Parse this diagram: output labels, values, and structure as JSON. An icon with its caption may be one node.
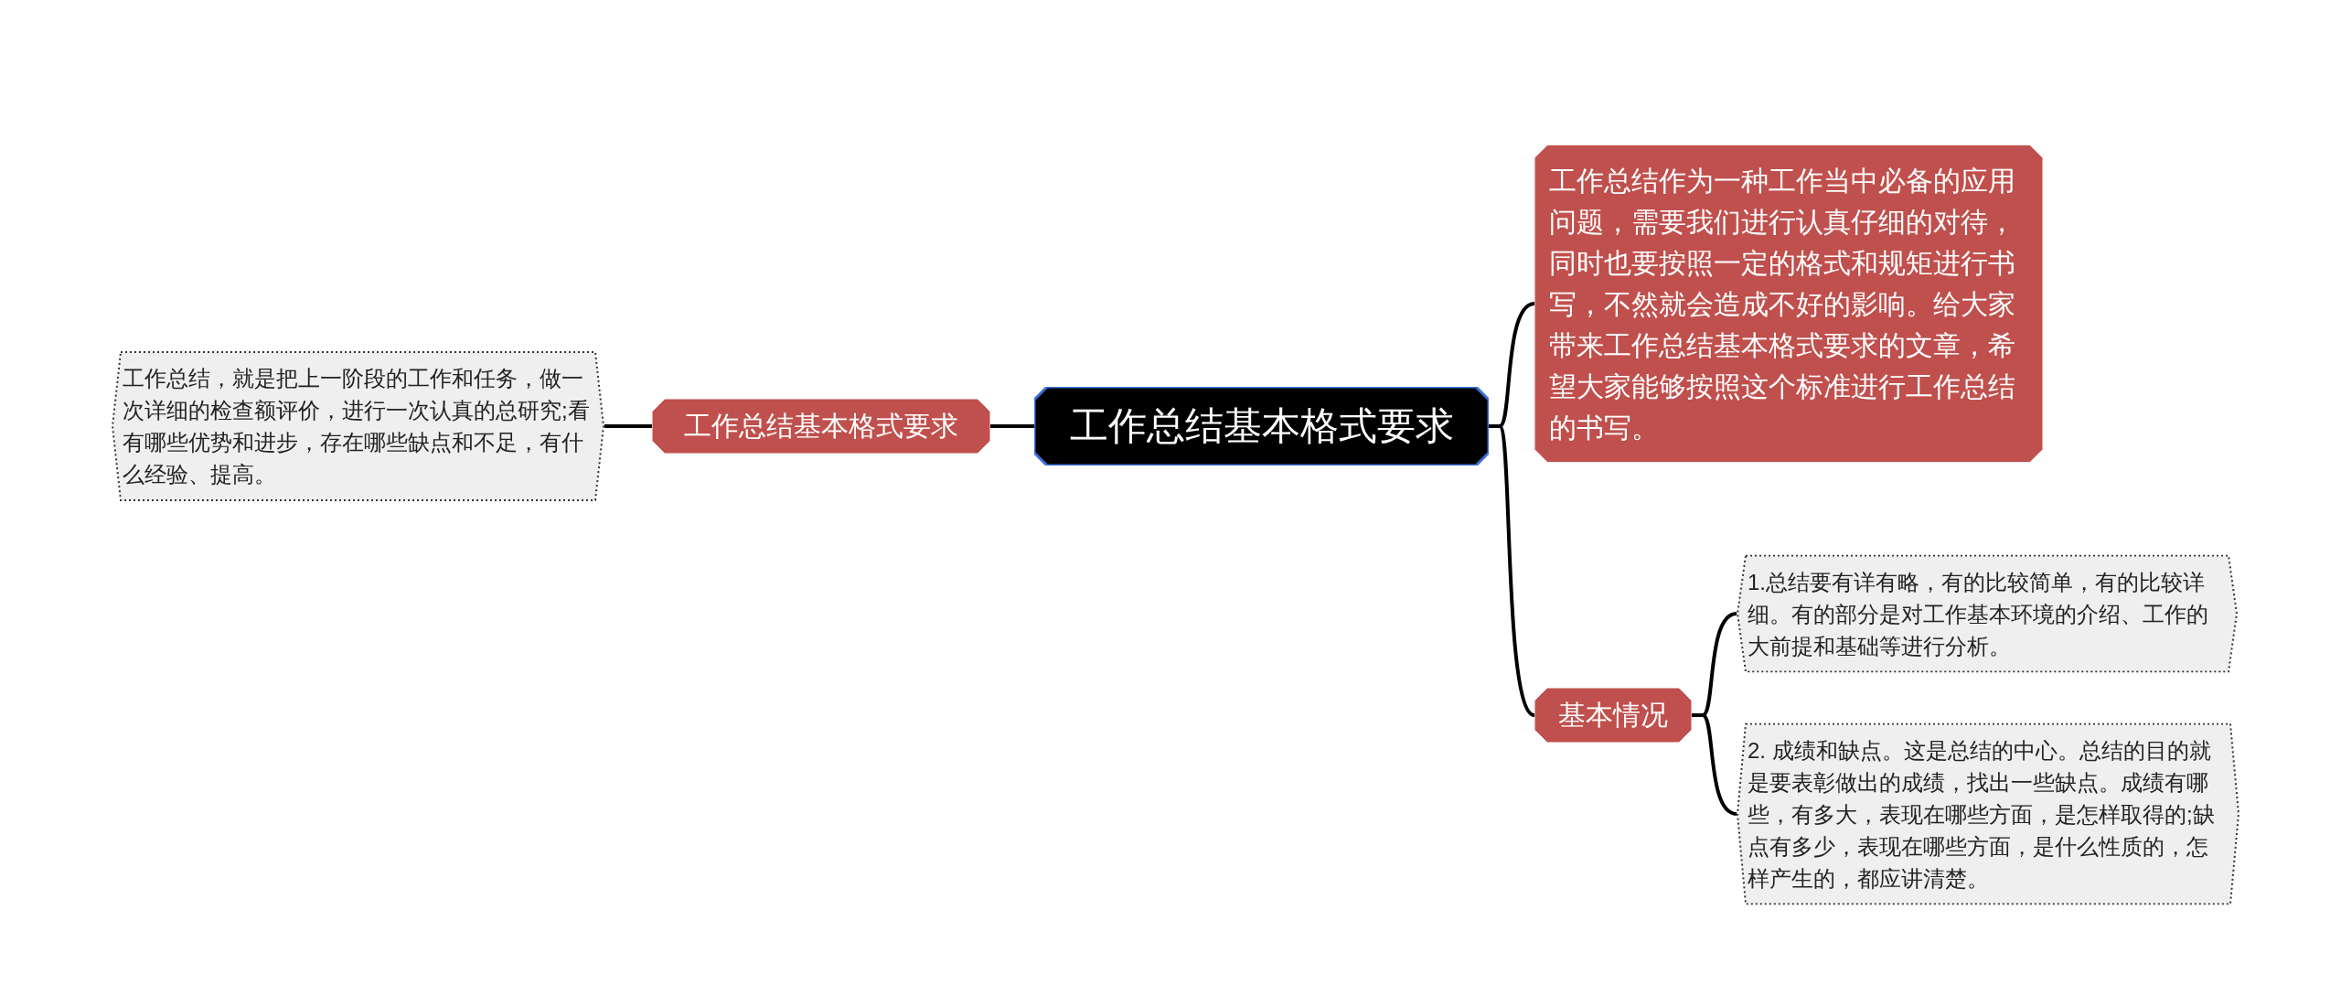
{
  "diagram": {
    "nodes": [
      {
        "text": [
          "工作总结基本格式要求"
        ]
      },
      {
        "text": [
          "工作总结基本格式要求"
        ]
      },
      {
        "text": [
          "工作总结，就是把上一阶段的工作和任务，做一次详细的检查额评价，进行一次认真的总研究;看有哪些优势和进步，存在哪些缺点和不足，有什么经验、提高。"
        ]
      },
      {
        "text": [
          "工作总结作为一种工作当中必备的应用问题，需要我们进行认真仔细的对待，同时也要按照一定的格式和规矩进行书写，不然就会造成不好的影响。给大家带来工作总结基本格式要求的文章，希望大家能够按照这个标准进行工作总结的书写。"
        ]
      },
      {
        "text": [
          "基本情况"
        ]
      },
      {
        "text": [
          "1.总结要有详有略，有的比较简单，有的比较详细。有的部分是对工作基本环境的介绍、工作的大前提和基础等进行分析。"
        ]
      },
      {
        "text": [
          "2. 成绩和缺点。这是总结的中心。总结的目的就是要表彰做出的成绩，找出一些缺点。成绩有哪些，有多大，表现在哪些方面，是怎样取得的;缺点有多少，表现在哪些方面，是什么性质的，怎样产生的，都应讲清楚。"
        ]
      }
    ],
    "edges": [
      {
        "from": 0,
        "to": 1,
        "arrow": "none"
      },
      {
        "from": 1,
        "to": 2,
        "arrow": "none"
      },
      {
        "from": 0,
        "to": 3,
        "arrow": "none"
      },
      {
        "from": 0,
        "to": 4,
        "arrow": "none"
      },
      {
        "from": 4,
        "to": 5,
        "arrow": "none"
      },
      {
        "from": 4,
        "to": 6,
        "arrow": "none"
      }
    ]
  }
}
